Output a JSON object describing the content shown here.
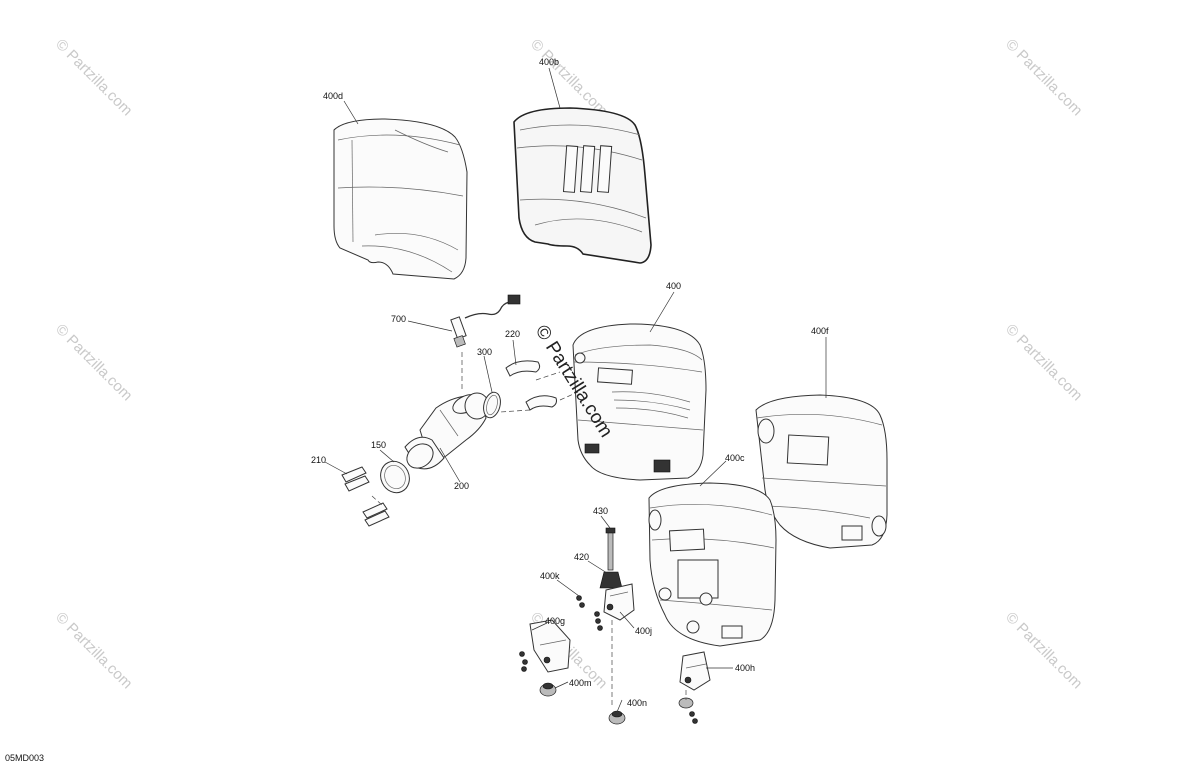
{
  "diagram_code": "05MD003",
  "watermark": {
    "text": "© Partzilla.com",
    "center_text": "© Partzilla.com"
  },
  "callouts": {
    "c400d": "400d",
    "c400b": "400b",
    "c400": "400",
    "c400f": "400f",
    "c400c": "400c",
    "c700": "700",
    "c220": "220",
    "c300": "300",
    "c210": "210",
    "c150": "150",
    "c200": "200",
    "c430": "430",
    "c420": "420",
    "c400k": "400k",
    "c400g": "400g",
    "c400j": "400j",
    "c400m": "400m",
    "c400n": "400n",
    "c400h": "400h"
  },
  "colors": {
    "line": "#333333",
    "watermark": "#c9c9c9",
    "background": "#ffffff"
  }
}
